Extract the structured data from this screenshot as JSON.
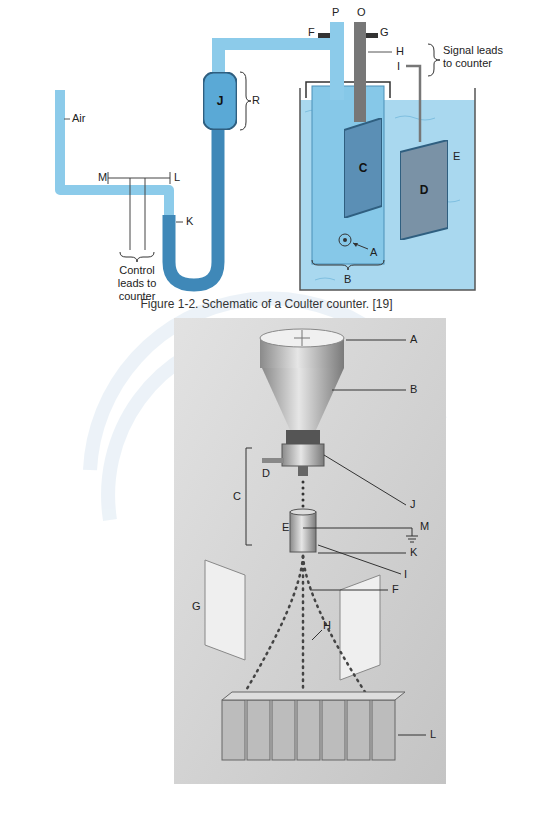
{
  "diagram": {
    "caption": "Figure 1-2. Schematic of a Coulter counter. [19]",
    "nodes": [
      {
        "text": [
          "J"
        ]
      },
      {
        "text": [
          "C"
        ]
      },
      {
        "text": [
          "D"
        ]
      }
    ],
    "labels": [
      "P",
      "O",
      "F",
      "G",
      "H",
      "I",
      "Signal leads to counter",
      "Air",
      "M",
      "L",
      "K",
      "Control leads to counter",
      "R",
      "E",
      "A",
      "B",
      "A",
      "B",
      "C",
      "D",
      "J",
      "M",
      "E",
      "K",
      "I",
      "F",
      "G",
      "H",
      "L"
    ]
  }
}
